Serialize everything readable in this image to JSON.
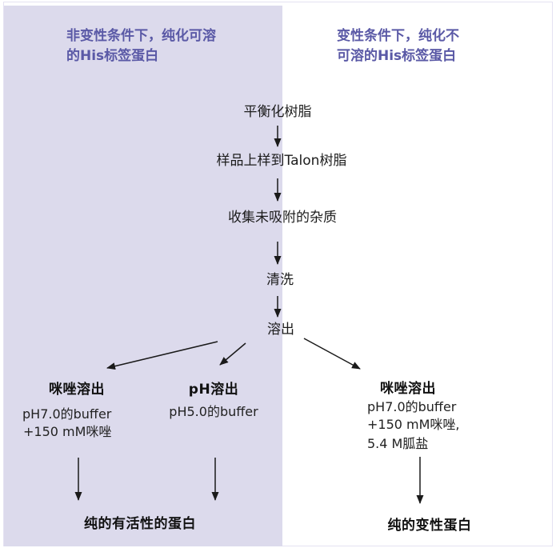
{
  "colors": {
    "left_panel_bg": "#dcdaec",
    "frame_border": "#e4e2f2",
    "header_text": "#5a59a6",
    "body_text": "#1c1c1c"
  },
  "headers": {
    "native": {
      "line1": "非变性条件下，纯化可溶",
      "line2": "的His标签蛋白"
    },
    "denaturing": {
      "line1": "变性条件下，纯化不",
      "line2": "可溶的His标签蛋白"
    }
  },
  "flow": {
    "steps": [
      "平衡化树脂",
      "样品上样到Talon树脂",
      "收集未吸附的杂质",
      "清洗",
      "溶出"
    ]
  },
  "branches": {
    "imidazole_native": {
      "title": "咪唑溶出",
      "line1": "pH7.0的buffer",
      "line2": "+150  mM咪唑"
    },
    "ph_native": {
      "title": "pH溶出",
      "line1": "pH5.0的buffer"
    },
    "imidazole_denaturing": {
      "title": "咪唑溶出",
      "line1": "pH7.0的buffer",
      "line2": "+150  mM咪唑,",
      "line3": "5.4  M胍盐"
    }
  },
  "results": {
    "native": "纯的有活性的蛋白",
    "denatured": "纯的变性蛋白"
  }
}
